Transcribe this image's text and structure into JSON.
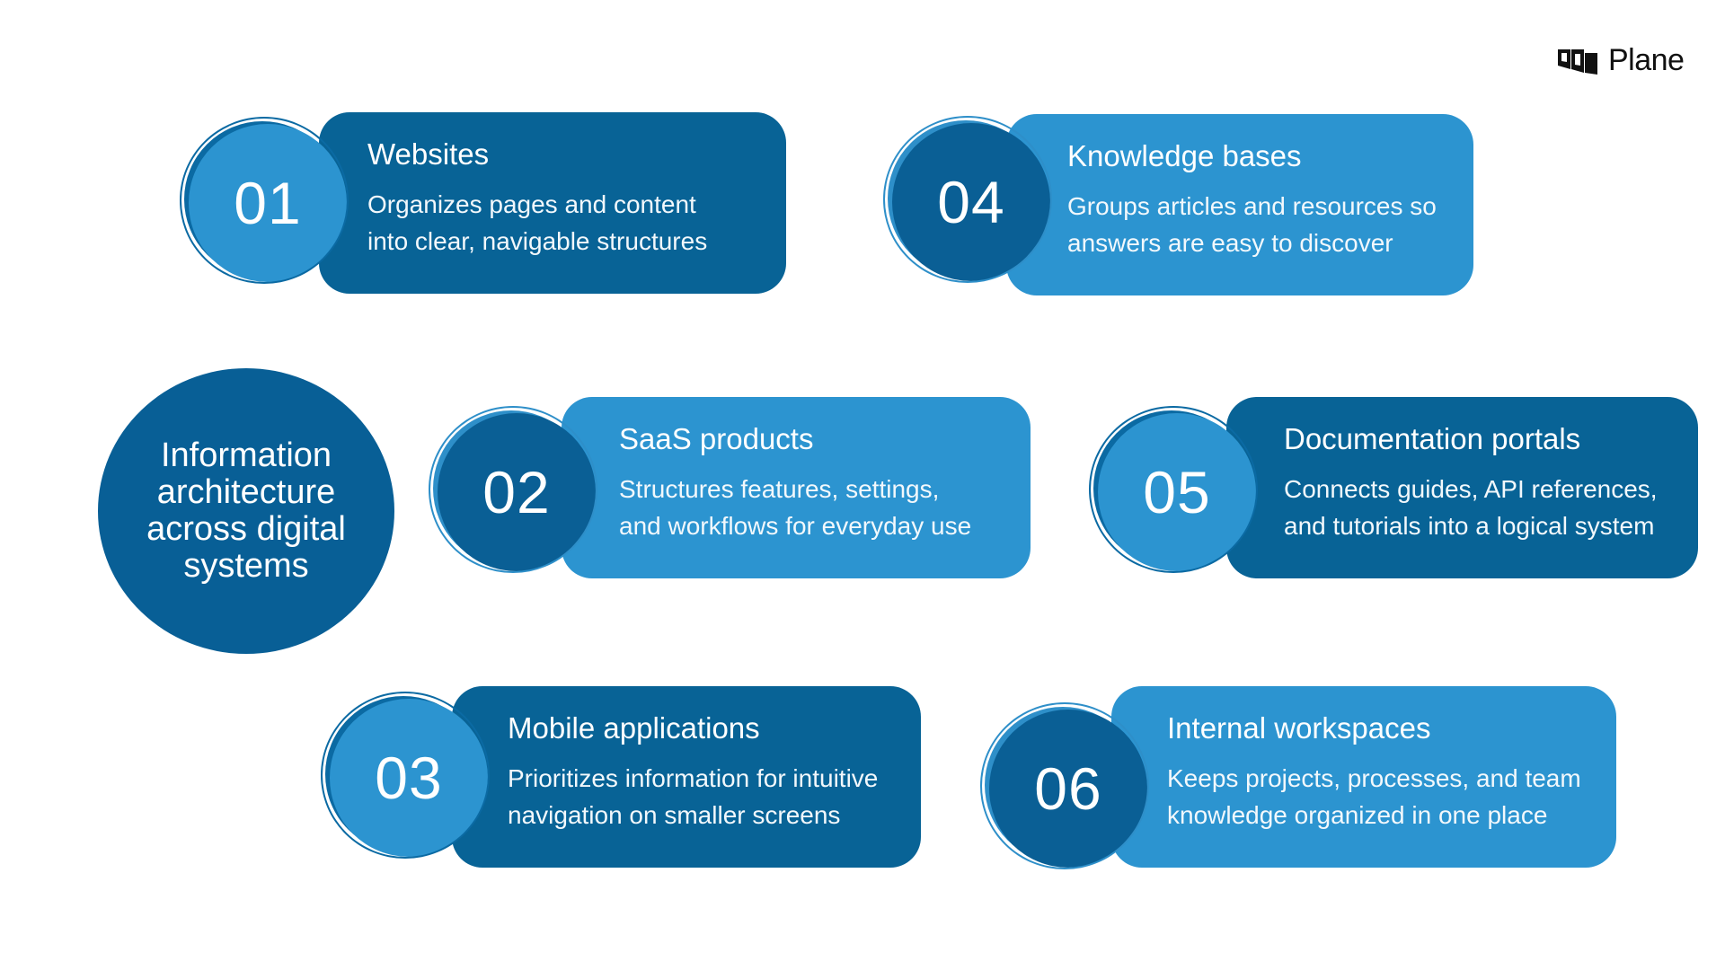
{
  "brand": {
    "name": "Plane",
    "logo_icon": "plane-logo-icon"
  },
  "hub": {
    "label": "Information architecture across digital systems"
  },
  "colors": {
    "dark_blue": "#086396",
    "light_blue": "#2c94d0",
    "background": "#ffffff"
  },
  "items": [
    {
      "number": "01",
      "title": "Websites",
      "line1": "Organizes pages and content",
      "line2": "into clear, navigable structures"
    },
    {
      "number": "02",
      "title": "SaaS products",
      "line1": "Structures features, settings,",
      "line2": "and workflows for everyday use"
    },
    {
      "number": "03",
      "title": "Mobile applications",
      "line1": "Prioritizes information for intuitive",
      "line2": "navigation on smaller screens"
    },
    {
      "number": "04",
      "title": "Knowledge bases",
      "line1": "Groups articles and resources so",
      "line2": "answers are easy to discover"
    },
    {
      "number": "05",
      "title": "Documentation portals",
      "line1": "Connects guides, API references,",
      "line2": "and tutorials into a logical system"
    },
    {
      "number": "06",
      "title": "Internal workspaces",
      "line1": "Keeps projects, processes, and team",
      "line2": "knowledge organized in one place"
    }
  ]
}
